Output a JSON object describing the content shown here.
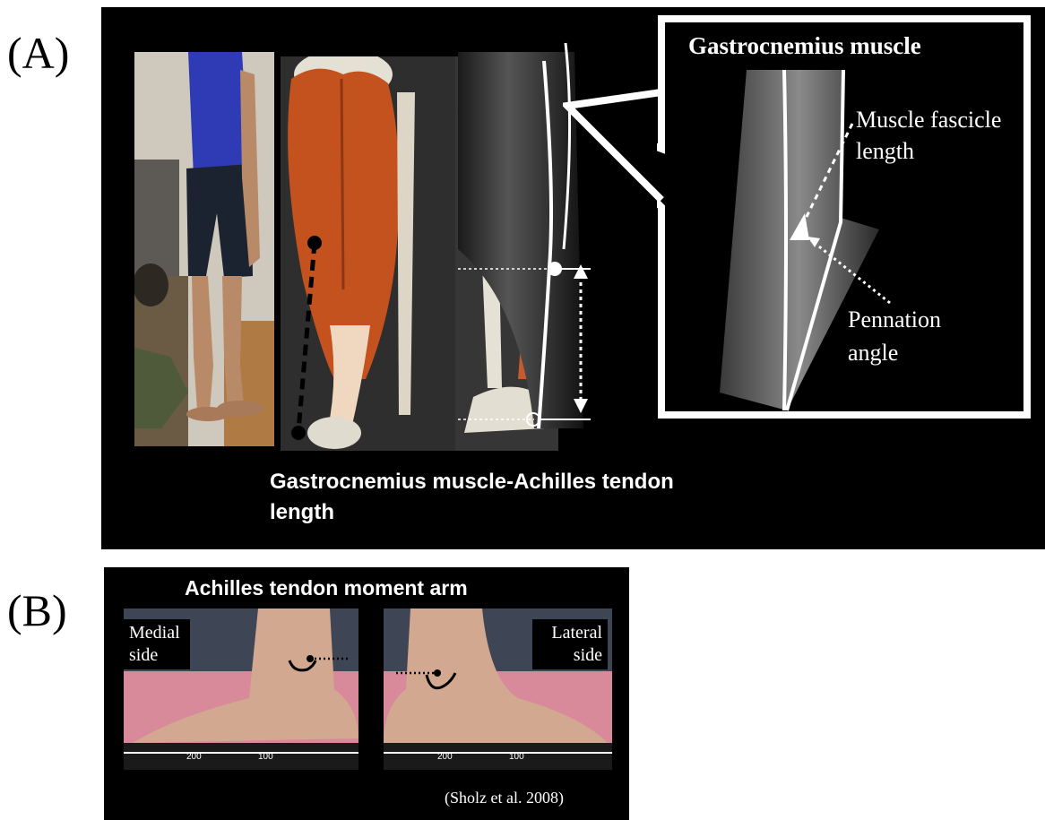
{
  "panels": {
    "a": {
      "letter": "(A)",
      "zoom_title": "Gastrocnemius muscle",
      "fascicle_label": "Muscle fascicle length",
      "pennation_label": "Pennation angle",
      "mtu_label": "Gastrocnemius muscle-Achilles tendon length"
    },
    "b": {
      "letter": "(B)",
      "title": "Achilles tendon moment arm",
      "medial_label": "Medial side",
      "lateral_label": "Lateral side",
      "citation": "(Sholz et al. 2008)",
      "ruler_marks_medial": [
        "200",
        "100"
      ],
      "ruler_marks_lateral": [
        "200",
        "100"
      ]
    }
  },
  "colors": {
    "panel_background": "#000000",
    "muscle": "#c8501e",
    "bone": "#e8e4da",
    "frame": "#ffffff"
  }
}
